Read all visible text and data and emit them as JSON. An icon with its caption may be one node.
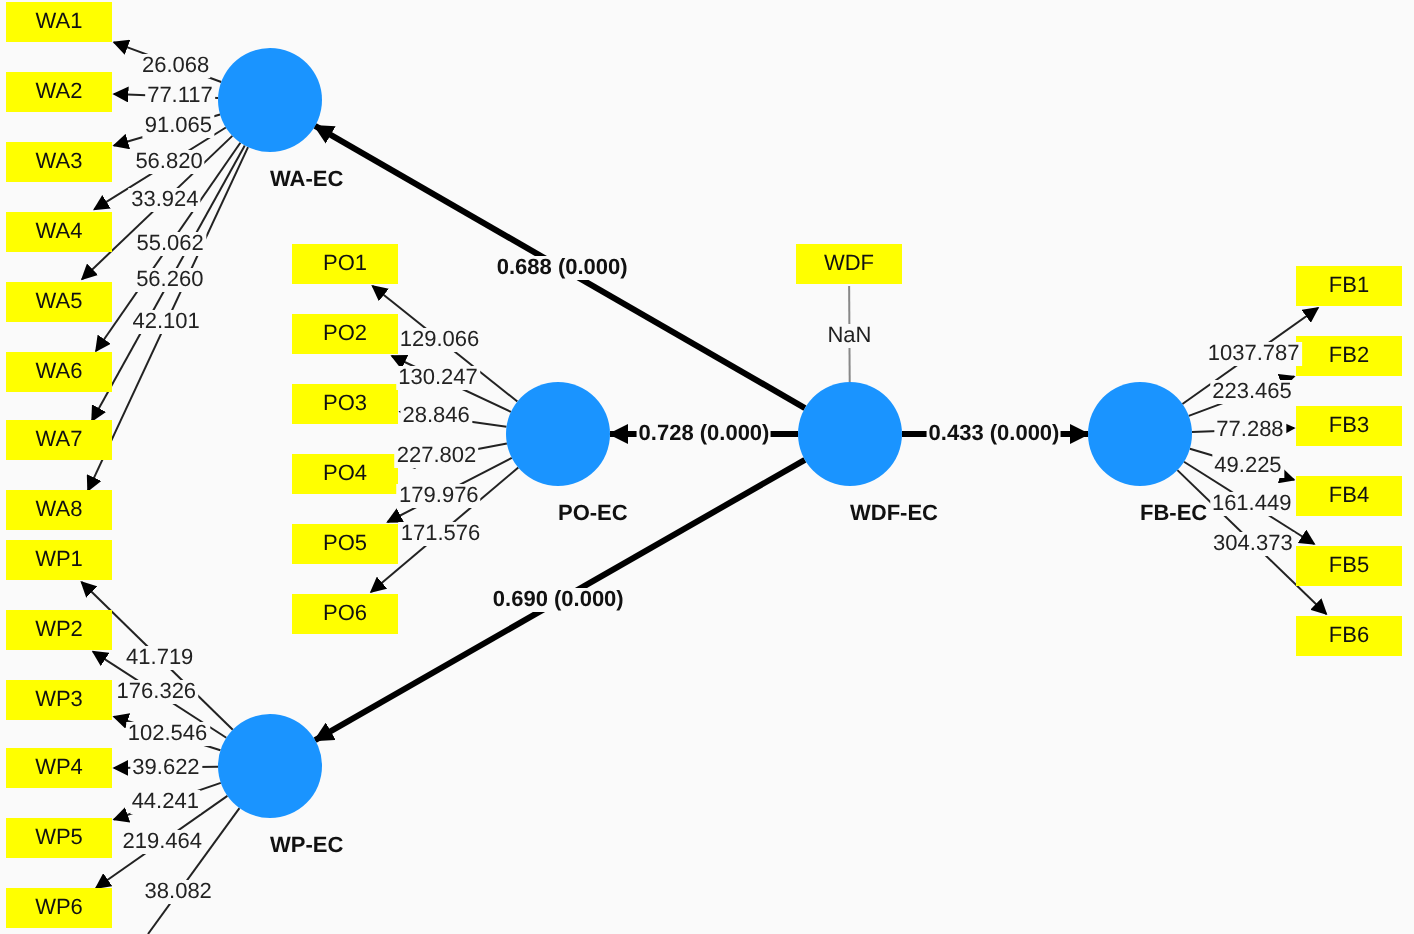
{
  "diagram": {
    "nodes": [
      {
        "text": [
          "WA-EC"
        ]
      },
      {
        "text": [
          "WA1"
        ]
      },
      {
        "text": [
          "WA2"
        ]
      },
      {
        "text": [
          "WA3"
        ]
      },
      {
        "text": [
          "WA4"
        ]
      },
      {
        "text": [
          "WA5"
        ]
      },
      {
        "text": [
          "WA6"
        ]
      },
      {
        "text": [
          "WA7"
        ]
      },
      {
        "text": [
          "WA8"
        ]
      },
      {
        "text": [
          "PO-EC"
        ]
      },
      {
        "text": [
          "PO1"
        ]
      },
      {
        "text": [
          "PO2"
        ]
      },
      {
        "text": [
          "PO3"
        ]
      },
      {
        "text": [
          "PO4"
        ]
      },
      {
        "text": [
          "PO5"
        ]
      },
      {
        "text": [
          "PO6"
        ]
      },
      {
        "text": [
          "WDF-EC"
        ]
      },
      {
        "text": [
          "WDF"
        ]
      },
      {
        "text": [
          "FB-EC"
        ]
      },
      {
        "text": [
          "FB1"
        ]
      },
      {
        "text": [
          "FB2"
        ]
      },
      {
        "text": [
          "FB3"
        ]
      },
      {
        "text": [
          "FB4"
        ]
      },
      {
        "text": [
          "FB5"
        ]
      },
      {
        "text": [
          "FB6"
        ]
      },
      {
        "text": [
          "WP-EC"
        ]
      },
      {
        "text": [
          "WP1"
        ]
      },
      {
        "text": [
          "WP2"
        ]
      },
      {
        "text": [
          "WP3"
        ]
      },
      {
        "text": [
          "WP4"
        ]
      },
      {
        "text": [
          "WP5"
        ]
      },
      {
        "text": [
          "WP6"
        ]
      }
    ],
    "edges": [
      {
        "from": 0,
        "to": 1,
        "arrow": "to",
        "label": "26.068"
      },
      {
        "from": 0,
        "to": 2,
        "arrow": "to",
        "label": "77.117"
      },
      {
        "from": 0,
        "to": 3,
        "arrow": "to",
        "label": "91.065"
      },
      {
        "from": 0,
        "to": 4,
        "arrow": "to",
        "label": "56.820"
      },
      {
        "from": 0,
        "to": 5,
        "arrow": "to",
        "label": "33.924"
      },
      {
        "from": 0,
        "to": 6,
        "arrow": "to",
        "label": "55.062"
      },
      {
        "from": 0,
        "to": 7,
        "arrow": "to",
        "label": "56.260"
      },
      {
        "from": 0,
        "to": 8,
        "arrow": "to",
        "label": "42.101"
      },
      {
        "from": 9,
        "to": 10,
        "arrow": "to",
        "label": "129.066"
      },
      {
        "from": 9,
        "to": 11,
        "arrow": "to",
        "label": "130.247"
      },
      {
        "from": 9,
        "to": 12,
        "arrow": "to",
        "label": "28.846"
      },
      {
        "from": 9,
        "to": 13,
        "arrow": "to",
        "label": "227.802"
      },
      {
        "from": 9,
        "to": 14,
        "arrow": "to",
        "label": "179.976"
      },
      {
        "from": 9,
        "to": 15,
        "arrow": "to",
        "label": "171.576"
      },
      {
        "from": 17,
        "to": 16,
        "arrow": "none",
        "label": "NaN",
        "color": "#888888"
      },
      {
        "from": 16,
        "to": 0,
        "arrow": "to",
        "label": "0.688 (0.000)",
        "style": "thick"
      },
      {
        "from": 16,
        "to": 9,
        "arrow": "to",
        "label": "0.728 (0.000)",
        "style": "thick"
      },
      {
        "from": 16,
        "to": 18,
        "arrow": "to",
        "label": "0.433 (0.000)",
        "style": "thick"
      },
      {
        "from": 16,
        "to": 25,
        "arrow": "to",
        "label": "0.690 (0.000)",
        "style": "thick"
      },
      {
        "from": 18,
        "to": 19,
        "arrow": "to",
        "label": "1037.787"
      },
      {
        "from": 18,
        "to": 20,
        "arrow": "to",
        "label": "223.465"
      },
      {
        "from": 18,
        "to": 21,
        "arrow": "to",
        "label": "77.288"
      },
      {
        "from": 18,
        "to": 22,
        "arrow": "to",
        "label": "49.225"
      },
      {
        "from": 18,
        "to": 23,
        "arrow": "to",
        "label": "161.449"
      },
      {
        "from": 18,
        "to": 24,
        "arrow": "to",
        "label": "304.373"
      },
      {
        "from": 25,
        "to": 26,
        "arrow": "to",
        "label": "41.719"
      },
      {
        "from": 25,
        "to": 27,
        "arrow": "to",
        "label": "176.326"
      },
      {
        "from": 25,
        "to": 28,
        "arrow": "to",
        "label": "102.546"
      },
      {
        "from": 25,
        "to": 29,
        "arrow": "to",
        "label": "39.622"
      },
      {
        "from": 25,
        "to": 30,
        "arrow": "to",
        "label": "44.241"
      },
      {
        "from": 25,
        "to": 31,
        "arrow": "to",
        "label": "219.464"
      },
      {
        "from": 25,
        "to": null,
        "arrow": "none",
        "label": "38.082"
      }
    ]
  }
}
